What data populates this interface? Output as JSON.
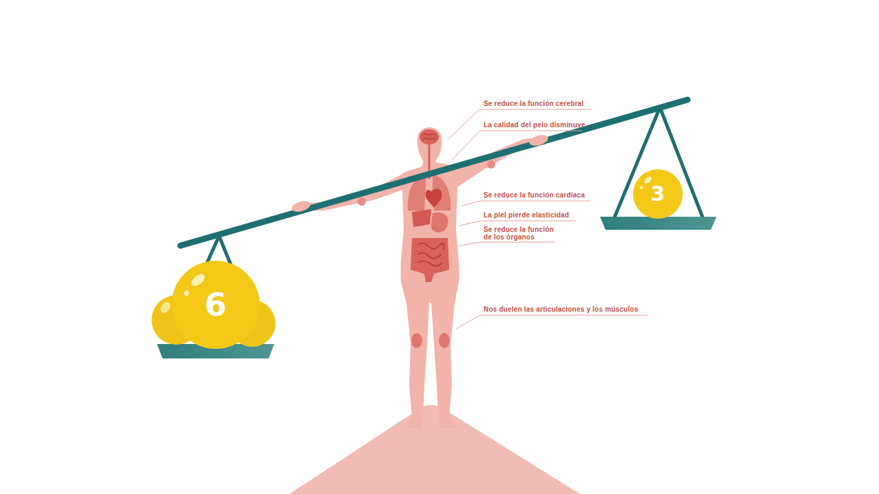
{
  "diagram": {
    "nodes": [
      {
        "text": [
          "6"
        ]
      },
      {
        "text": [
          "3"
        ]
      }
    ],
    "labels": [
      "Se reduce la función cerebral",
      "La calidad del pelo disminuye",
      "Se reduce la función cardíaca",
      "La piel pierde elasticidad",
      "Se reduce la función de los órganos",
      "Nos duelen las articulaciones y los músculos"
    ]
  }
}
